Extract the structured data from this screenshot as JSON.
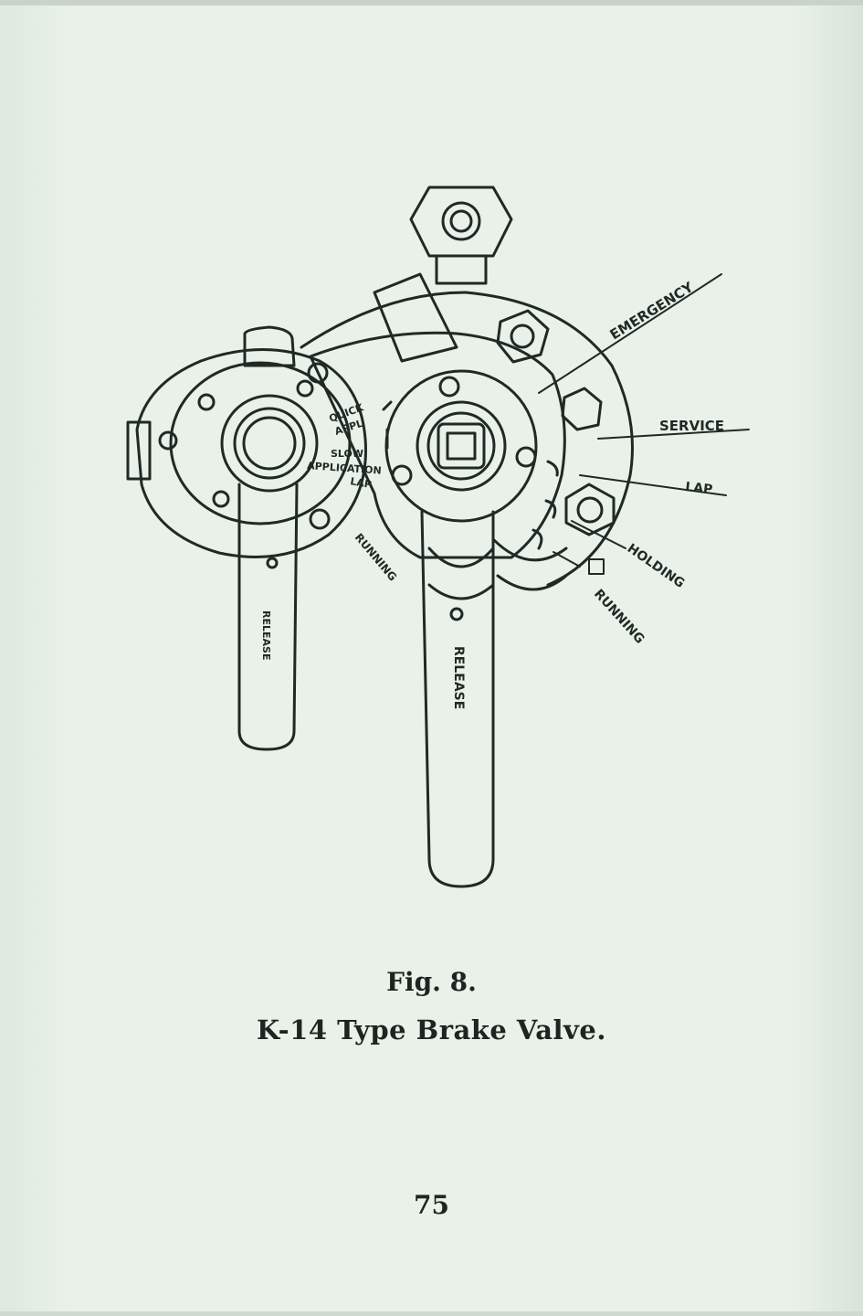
{
  "figure": {
    "labels": {
      "emergency": "EMERGENCY",
      "service": "SERVICE",
      "lap": "LAP",
      "holding": "HOLDING",
      "running_right": "RUNNING",
      "running_left": "RUNNING",
      "release_small": "RELEASE",
      "release_large": "RELEASE",
      "quick_appl_1": "QUICK",
      "quick_appl_2": "APPL",
      "slow_app_1": "SLOW",
      "slow_app_2": "APPLICATION",
      "lap_small": "LAP"
    }
  },
  "caption": {
    "figure_number": "Fig. 8.",
    "title": "K-14 Type Brake Valve."
  },
  "page_number": "75",
  "colors": {
    "paper": "#e7efe6",
    "ink": "#1f2a25"
  }
}
